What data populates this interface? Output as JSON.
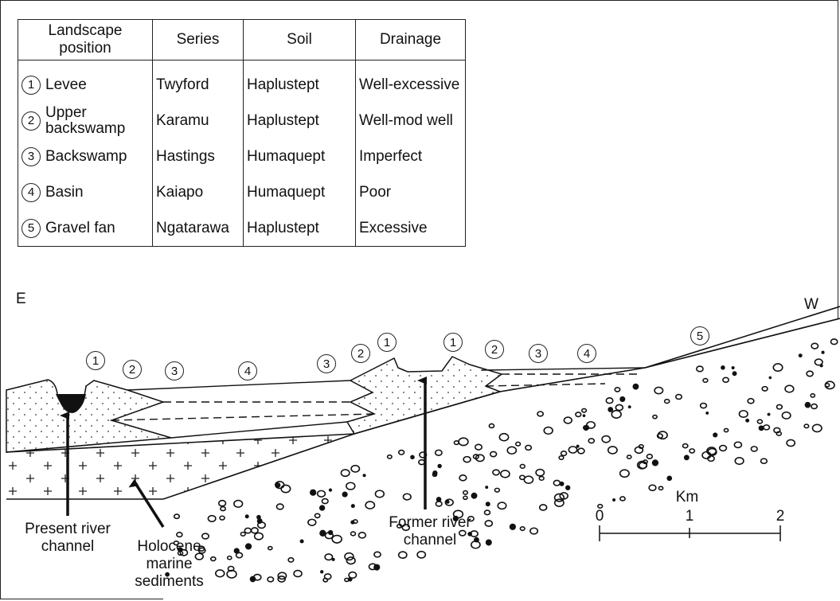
{
  "table": {
    "headers": [
      "Landscape position",
      "Series",
      "Soil",
      "Drainage"
    ],
    "rows": [
      {
        "num": "1",
        "position": "Levee",
        "series": "Twyford",
        "soil": "Haplustept",
        "drainage": "Well-excessive"
      },
      {
        "num": "2",
        "position": "Upper backswamp",
        "series": "Karamu",
        "soil": "Haplustept",
        "drainage": "Well-mod well"
      },
      {
        "num": "3",
        "position": "Backswamp",
        "series": "Hastings",
        "soil": "Humaquept",
        "drainage": "Imperfect"
      },
      {
        "num": "4",
        "position": "Basin",
        "series": "Kaiapo",
        "soil": "Humaquept",
        "drainage": "Poor"
      },
      {
        "num": "5",
        "position": "Gravel fan",
        "series": "Ngatarawa",
        "soil": "Haplustept",
        "drainage": "Excessive"
      }
    ]
  },
  "directions": {
    "east": "E",
    "west": "W"
  },
  "profile_markers": [
    "1",
    "2",
    "3",
    "4",
    "3",
    "2",
    "1",
    "1",
    "2",
    "3",
    "4",
    "5"
  ],
  "labels": {
    "present_channel": "Present river channel",
    "holocene": "Holocene marine sediments",
    "former_channel": "Former river channel"
  },
  "scale": {
    "unit": "Km",
    "ticks": [
      "0",
      "1",
      "2"
    ]
  }
}
